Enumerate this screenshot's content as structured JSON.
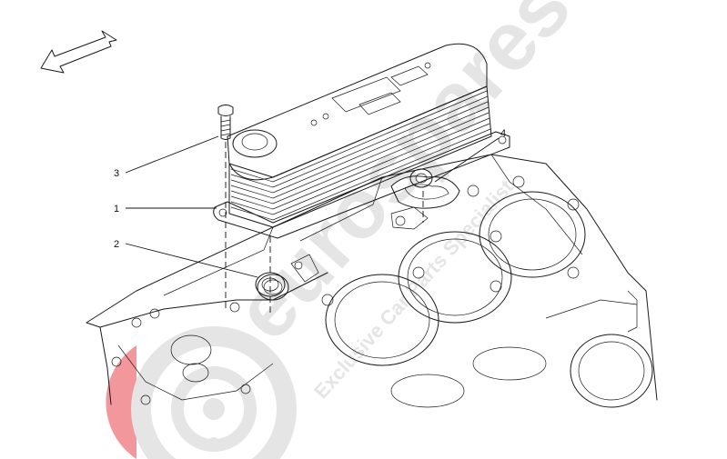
{
  "callouts": [
    {
      "label": "3"
    },
    {
      "label": "1"
    },
    {
      "label": "2"
    },
    {
      "label": "4"
    }
  ],
  "watermark": {
    "brand": "eurospares",
    "tagline": "Exclusive Car Parts Specialist"
  },
  "colors": {
    "line": "#1a1a1a",
    "watermark_red": "#e8434a",
    "watermark_gray": "#cfcfcf"
  },
  "icons": {
    "direction": "arrow-icon",
    "logo": "wheel-logo-icon"
  }
}
